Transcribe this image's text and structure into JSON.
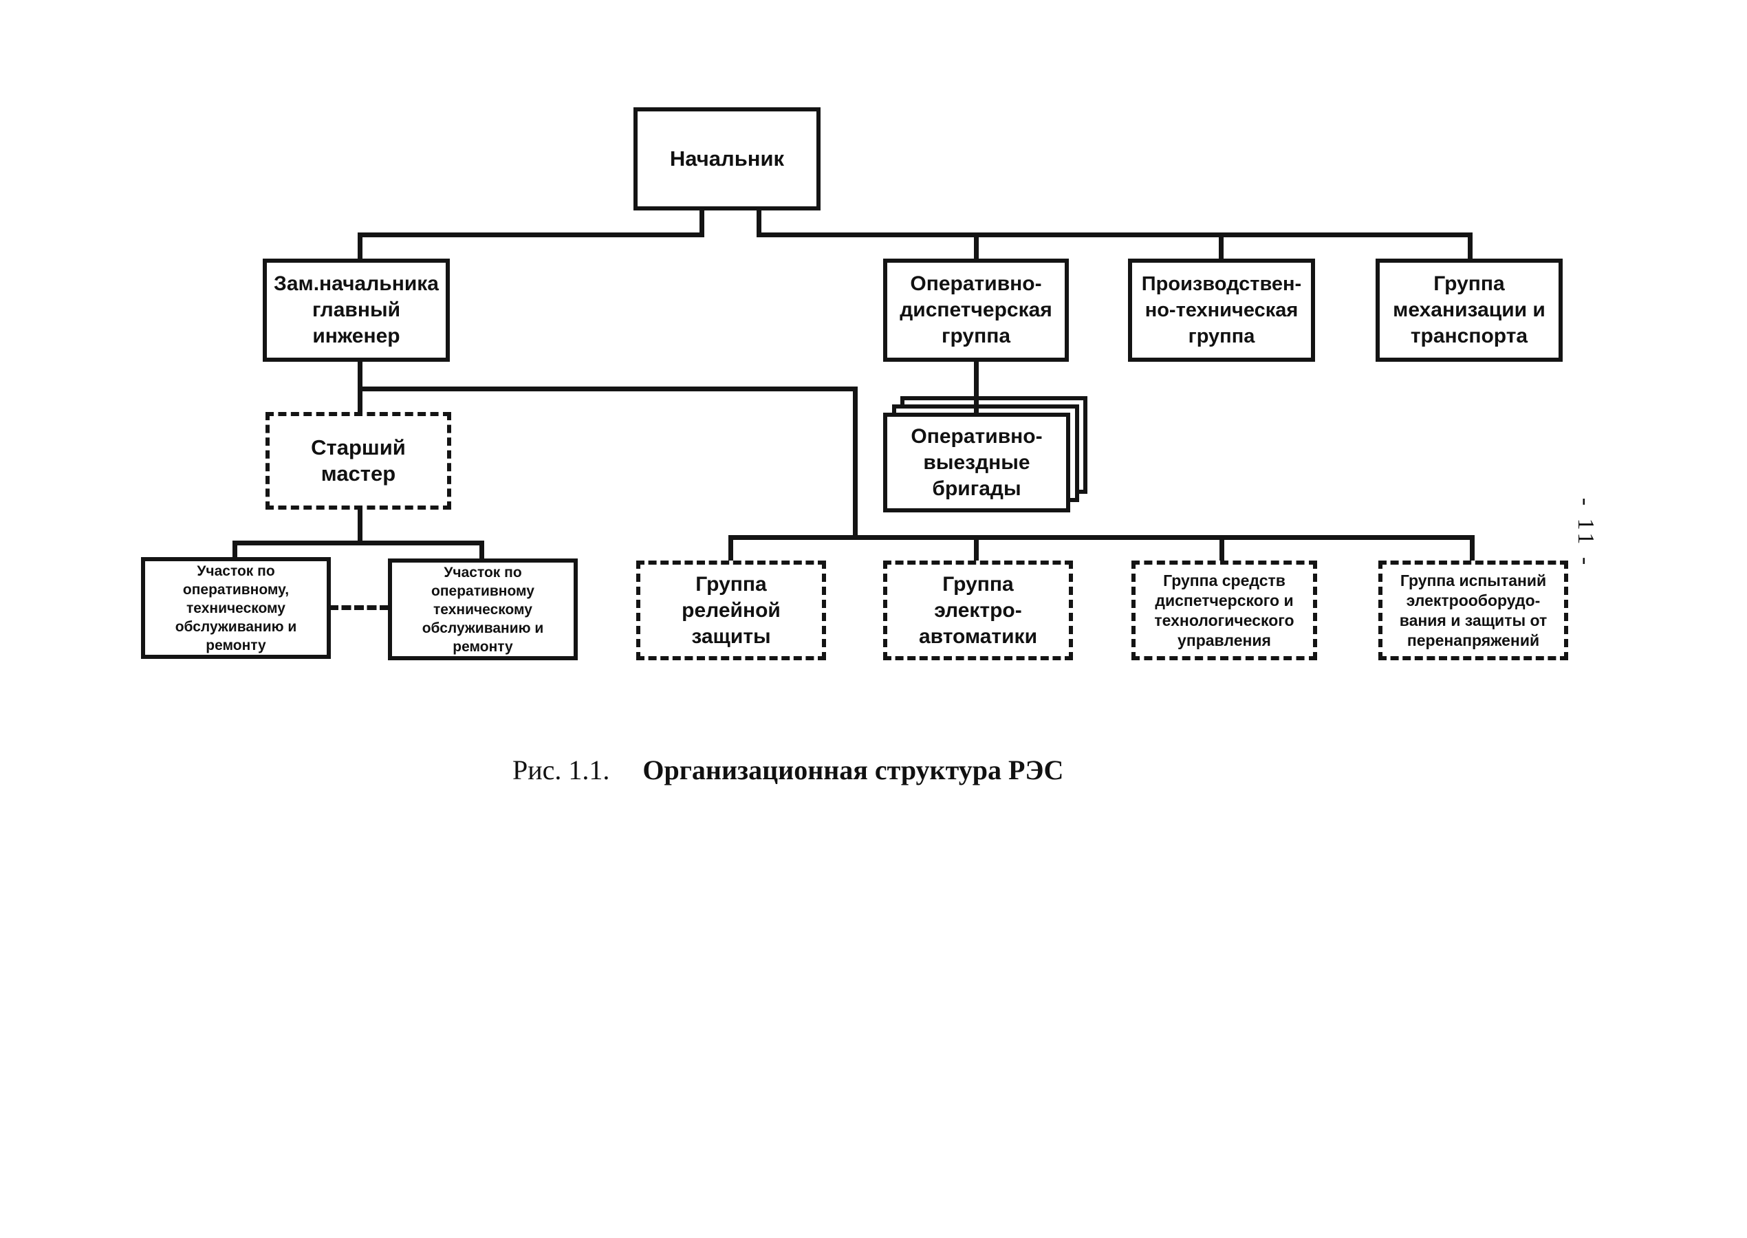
{
  "figure": {
    "caption_prefix": "Рис. 1.1.",
    "caption_title": "Организационная структура РЭС",
    "page_number": "- 11 -"
  },
  "colors": {
    "ink": "#141414",
    "paper": "#ffffff"
  },
  "org_chart": {
    "type": "org-tree",
    "nodes": {
      "nachalnik": {
        "label": "Начальник",
        "border": "solid"
      },
      "zam": {
        "label": "Зам.начальника\nглавный\nинженер",
        "border": "solid"
      },
      "odg": {
        "label": "Оперативно-\nдиспетчерская\nгруппа",
        "border": "solid"
      },
      "ptg": {
        "label": "Производствен-\nно-техническая\nгруппа",
        "border": "solid"
      },
      "gmt": {
        "label": "Группа\nмеханизации и\nтранспорта",
        "border": "solid"
      },
      "master": {
        "label": "Старший\nмастер",
        "border": "dashed"
      },
      "ovb": {
        "label": "Оперативно-\nвыездные\nбригады",
        "border": "solid",
        "stacked": true
      },
      "uchastok1": {
        "label": "Участок по\nоперативному,\nтехническому\nобслуживанию и\nремонту",
        "border": "solid"
      },
      "uchastok2": {
        "label": "Участок по\nоперативному\nтехническому\nобслуживанию и\nремонту",
        "border": "solid"
      },
      "grz": {
        "label": "Группа\nрелейной\nзащиты",
        "border": "dashed"
      },
      "gea": {
        "label": "Группа\nэлектро-\nавтоматики",
        "border": "dashed"
      },
      "gsd": {
        "label": "Группа средств\nдиспетчерского и\nтехнологического\nуправления",
        "border": "dashed"
      },
      "gie": {
        "label": "Группа испытаний\nэлектрооборудо-\nвания и защиты от\nперенапряжений",
        "border": "dashed"
      }
    },
    "edges": [
      {
        "from": "nachalnik",
        "to": "zam"
      },
      {
        "from": "nachalnik",
        "to": "odg"
      },
      {
        "from": "nachalnik",
        "to": "ptg"
      },
      {
        "from": "nachalnik",
        "to": "gmt"
      },
      {
        "from": "zam",
        "to": "master"
      },
      {
        "from": "zam",
        "to": "grz"
      },
      {
        "from": "zam",
        "to": "gea"
      },
      {
        "from": "zam",
        "to": "gsd"
      },
      {
        "from": "zam",
        "to": "gie"
      },
      {
        "from": "odg",
        "to": "ovb"
      },
      {
        "from": "master",
        "to": "uchastok1"
      },
      {
        "from": "master",
        "to": "uchastok2"
      },
      {
        "from": "uchastok1",
        "to": "uchastok2",
        "style": "dash-dot-sibling"
      }
    ]
  }
}
